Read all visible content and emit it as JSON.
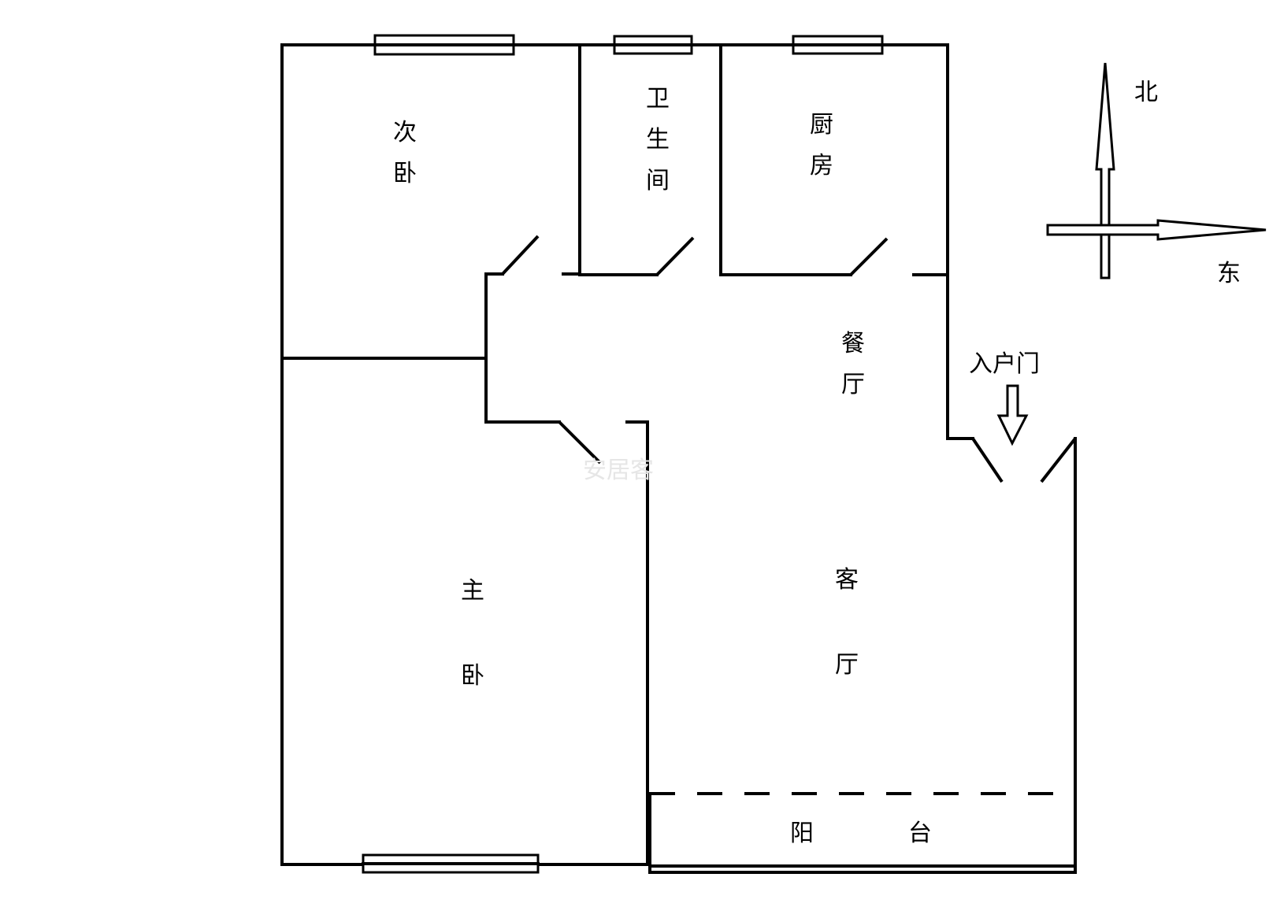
{
  "rooms": {
    "second_bedroom": [
      "次",
      "卧"
    ],
    "bathroom": [
      "卫",
      "生",
      "间"
    ],
    "kitchen": [
      "厨",
      "房"
    ],
    "dining": [
      "餐",
      "厅"
    ],
    "master_bedroom": [
      "主",
      "卧"
    ],
    "living": [
      "客",
      "厅"
    ],
    "balcony": [
      "阳",
      "台"
    ]
  },
  "entrance_label": "入户门",
  "compass": {
    "north": "北",
    "east": "东"
  },
  "watermark": "安居客"
}
